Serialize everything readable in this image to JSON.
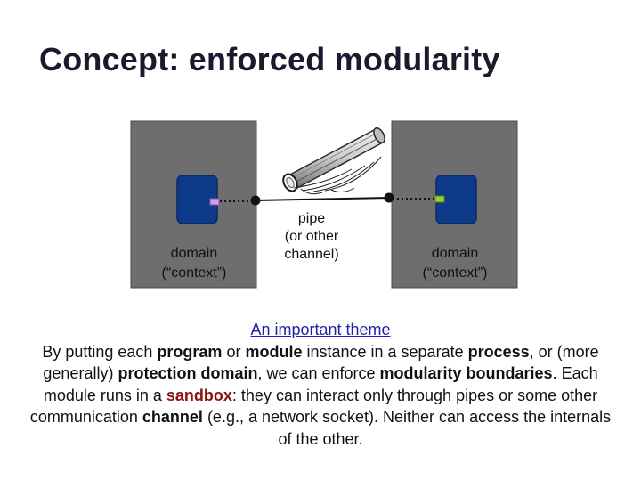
{
  "slide": {
    "title": "Concept: enforced modularity"
  },
  "diagram": {
    "left_box_label_line1": "domain",
    "left_box_label_line2": "(“context”)",
    "right_box_label_line1": "domain",
    "right_box_label_line2": "(“context”)",
    "pipe_label_line1": "pipe",
    "pipe_label_line2": "(or other",
    "pipe_label_line3": "channel)",
    "colors": {
      "domain_box": "#6e6e6e",
      "module": "#0e3a8a",
      "left_port": "#c9a2e8",
      "right_port": "#9acd32"
    }
  },
  "body": {
    "theme_heading": "An important theme",
    "t1": "By putting each ",
    "b1": "program",
    "t2": " or ",
    "b2": "module",
    "t3": " instance in a separate ",
    "b3": "process",
    "t4": ", or (more generally) ",
    "b4": "protection domain",
    "t5": ", we can enforce ",
    "b5": "modularity boundaries",
    "t6": ".  Each module runs in a ",
    "sandbox": "sandbox",
    "t7": ": they can interact only through pipes or some other communication ",
    "b6": "channel",
    "t8": " (e.g., a network socket).  Neither can access the internals of the other."
  }
}
